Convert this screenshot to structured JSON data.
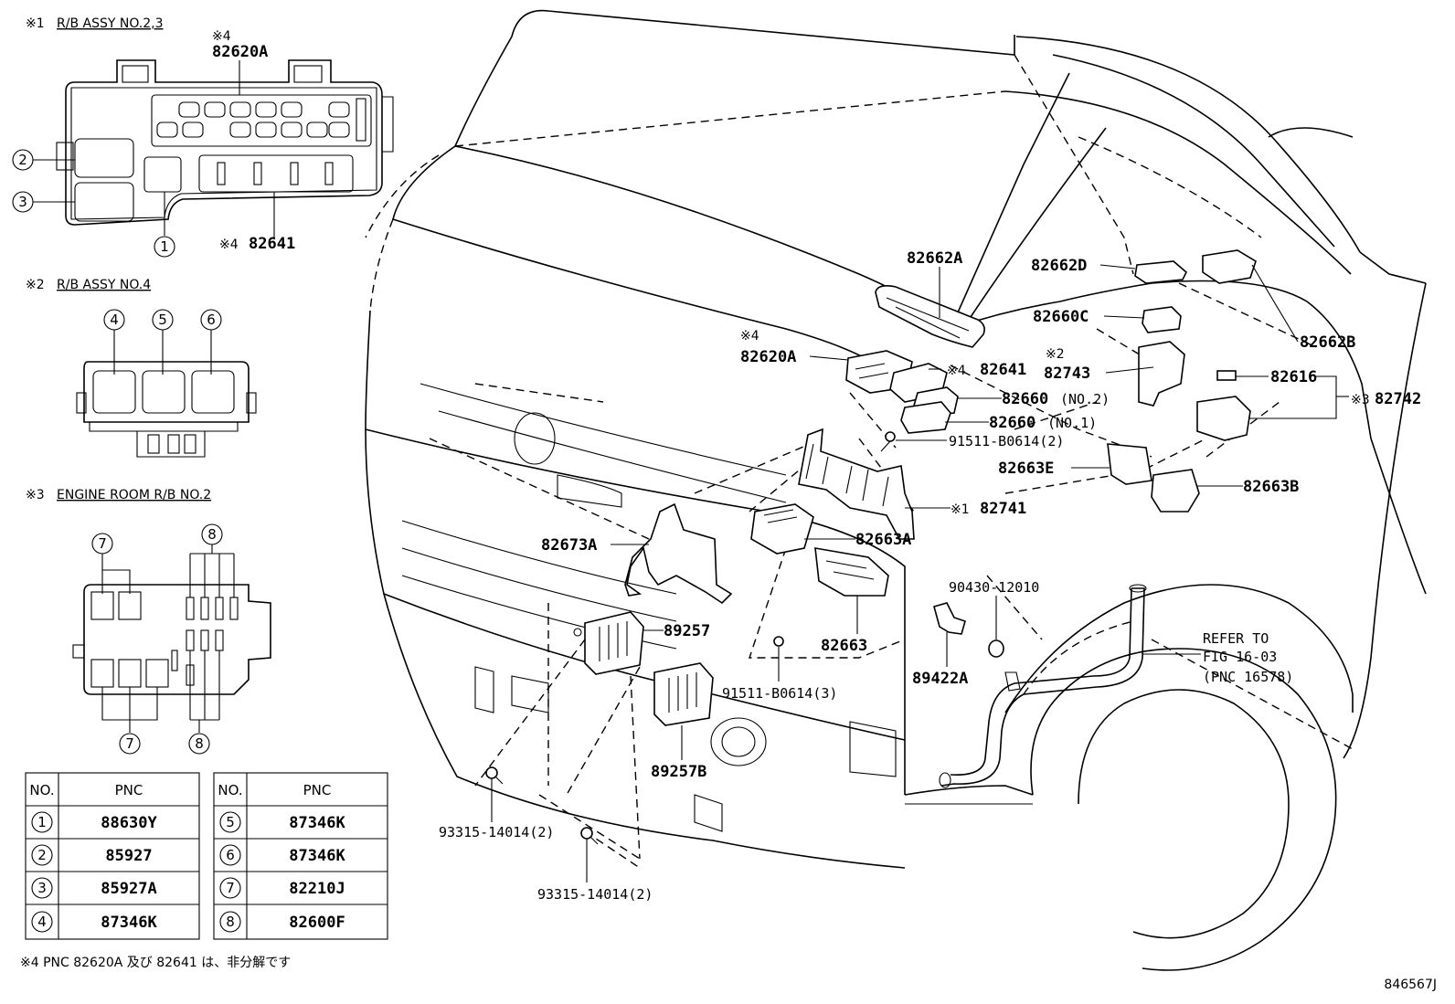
{
  "insets": {
    "no1": {
      "mark": "※1",
      "title": "R/B ASSY NO.2,3"
    },
    "no2": {
      "mark": "※2",
      "title": "R/B ASSY NO.4"
    },
    "no3": {
      "mark": "※3",
      "title": "ENGINE ROOM R/B NO.2"
    },
    "no1_note4_top": "※4",
    "no1_label_top": "82620A",
    "no1_note4_bottom": "※4",
    "no1_label_bottom": "82641",
    "circles": [
      "1",
      "2",
      "3",
      "4",
      "5",
      "6",
      "7",
      "8"
    ]
  },
  "table_left": {
    "headers": [
      "NO.",
      "PNC"
    ],
    "rows": [
      {
        "no": "1",
        "pnc": "88630Y"
      },
      {
        "no": "2",
        "pnc": "85927"
      },
      {
        "no": "3",
        "pnc": "85927A"
      },
      {
        "no": "4",
        "pnc": "87346K"
      }
    ]
  },
  "table_right": {
    "headers": [
      "NO.",
      "PNC"
    ],
    "rows": [
      {
        "no": "5",
        "pnc": "87346K"
      },
      {
        "no": "6",
        "pnc": "87346K"
      },
      {
        "no": "7",
        "pnc": "82210J"
      },
      {
        "no": "8",
        "pnc": "82600F"
      }
    ]
  },
  "footnote": "※4 PNC 82620A 及び 82641 は、非分解です",
  "figure_code": "846567J",
  "callouts": {
    "p82662A": "82662A",
    "p82662D": "82662D",
    "p82660C": "82660C",
    "p82662B": "82662B",
    "mark2": "※2",
    "p82743": "82743",
    "p82616": "82616",
    "mark3": "※3",
    "p82742": "82742",
    "mark4a": "※4",
    "p82620A": "82620A",
    "mark4b": "※4",
    "p82641": "82641",
    "p82660_2": "82660",
    "p82660_2_sub": "(NO.2)",
    "p82660_1": "82660",
    "p82660_1_sub": "(NO.1)",
    "p91511_2": "91511-B0614(2)",
    "p82663E": "82663E",
    "p82663B": "82663B",
    "mark1": "※1",
    "p82741": "82741",
    "p82673A": "82673A",
    "p82663A": "82663A",
    "p90430": "90430-12010",
    "p89257": "89257",
    "p82663": "82663",
    "p89422A": "89422A",
    "p91511_3": "91511-B0614(3)",
    "p89257B": "89257B",
    "refer1": "REFER TO",
    "refer2": "FIG 16-03",
    "refer3": "(PNC 16578)",
    "p93315_a": "93315-14014(2)",
    "p93315_b": "93315-14014(2)"
  }
}
